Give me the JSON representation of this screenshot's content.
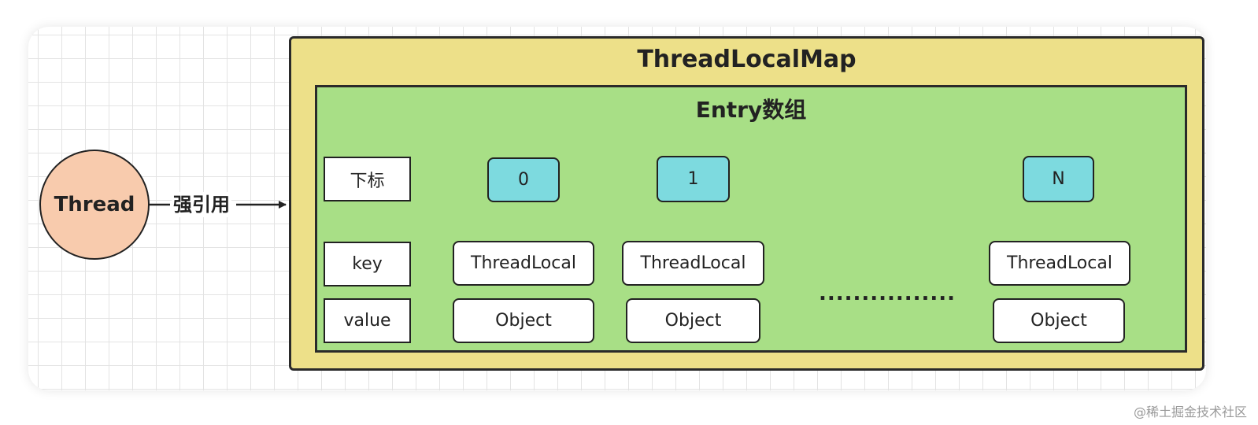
{
  "thread": {
    "label": "Thread"
  },
  "strong_ref": {
    "label": "强引用"
  },
  "map": {
    "title": "ThreadLocalMap"
  },
  "entry_array": {
    "title": "Entry数组"
  },
  "row_labels": {
    "index": "下标",
    "key": "key",
    "value": "value"
  },
  "entries": [
    {
      "index": "0",
      "key": "ThreadLocal",
      "value": "Object"
    },
    {
      "index": "1",
      "key": "ThreadLocal",
      "value": "Object"
    },
    {
      "index": "N",
      "key": "ThreadLocal",
      "value": "Object"
    }
  ],
  "ellipsis": "................",
  "watermark": "@稀土掘金技术社区",
  "colors": {
    "thread_fill": "#f8cbad",
    "map_fill": "#ede089",
    "entry_fill": "#a8df86",
    "index_fill": "#7ddadf"
  }
}
